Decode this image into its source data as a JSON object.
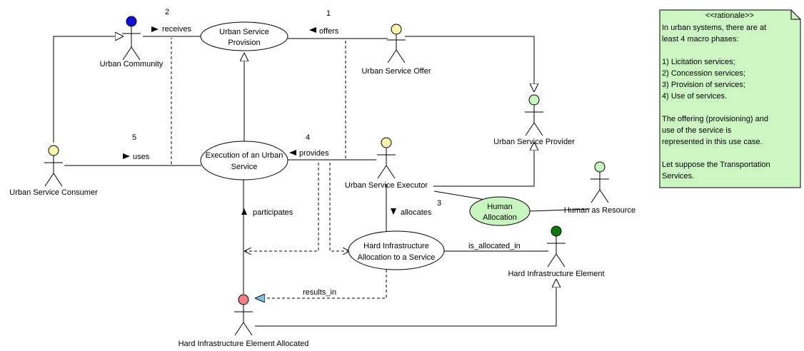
{
  "diagram": {
    "use_cases": {
      "provision": [
        "Urban Service",
        "Provision"
      ],
      "execution": [
        "Execution of an Urban",
        "Service"
      ],
      "hard_alloc": [
        "Hard Infrastructure",
        "Allocation to a Service"
      ],
      "human_alloc": [
        "Human",
        "Allocation"
      ]
    },
    "actors": {
      "community": "Urban Community",
      "offer": "Urban Service Offer",
      "provider": "Urban Service Provider",
      "consumer": "Urban Service Consumer",
      "executor": "Urban Service Executor",
      "human": "Human as Resource",
      "hard_element": "Hard Infrastructure Element",
      "hard_allocated": "Hard Infrastructure Element Allocated"
    },
    "actor_colors": {
      "community": "#1010dd",
      "offer": "#fbf5ad",
      "provider": "#c8f5c0",
      "consumer": "#fbf5ad",
      "executor": "#fbf5ad",
      "human": "#c8f5c0",
      "hard_element": "#0a7a0a",
      "hard_allocated": "#f08080"
    },
    "relations": {
      "receives": "receives",
      "offers": "offers",
      "uses": "uses",
      "provides": "provides",
      "participates": "participates",
      "allocates": "allocates",
      "is_allocated_in": "is_allocated_in",
      "results_in": "results_in"
    },
    "numbers": {
      "n1": "1",
      "n2": "2",
      "n3": "3",
      "n4": "4",
      "n5": "5"
    },
    "note": {
      "stereotype": "<<rationale>>",
      "lines": [
        "In urban systems, there are at",
        "least 4 macro phases:",
        "",
        "1) Licitation services;",
        "2) Concession services;",
        "3) Provision of services;",
        "4) Use of services.",
        "",
        "The offering (provisioning) and",
        "use of the service is",
        "represented in this use case.",
        "",
        "Let suppose the Transportation",
        "Services."
      ]
    }
  }
}
